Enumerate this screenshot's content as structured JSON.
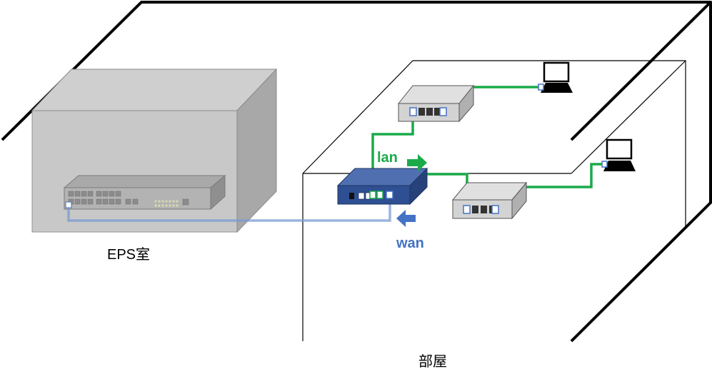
{
  "labels": {
    "eps_room": "EPS室",
    "room": "部屋",
    "lan": "lan",
    "wan": "wan"
  },
  "colors": {
    "lan_cable": "#1aaa4a",
    "wan_cable": "#4472c4",
    "router": "#2e4f91",
    "hub": "#d0d0d0",
    "eps_box": "#bdbdbd"
  },
  "icons": [
    "laptop-icon",
    "hub-icon",
    "router-icon",
    "core-switch-icon",
    "arrow-right-icon",
    "arrow-left-icon"
  ]
}
